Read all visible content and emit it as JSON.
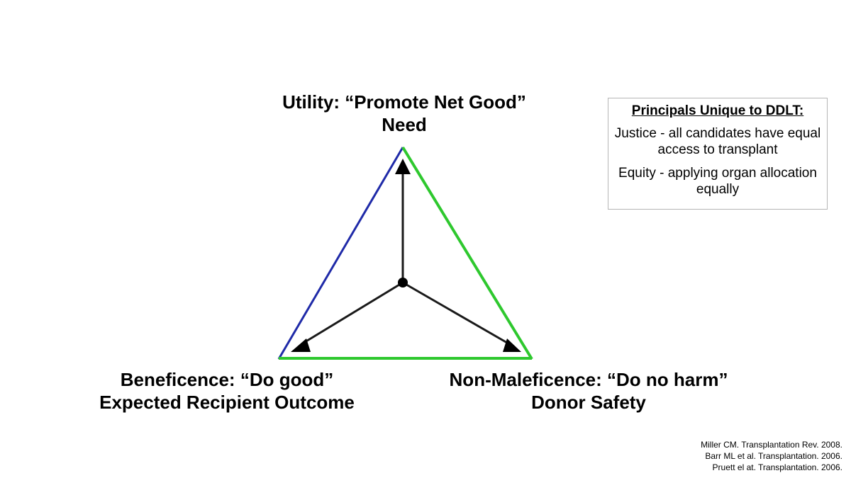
{
  "top_node": {
    "title": "Utility: “Promote Net Good”",
    "subtitle": "Need"
  },
  "left_node": {
    "title": "Beneficence: “Do good”",
    "subtitle": "Expected Recipient Outcome"
  },
  "right_node": {
    "title": "Non-Maleficence: “Do no harm”",
    "subtitle": "Donor Safety"
  },
  "principles_box": {
    "title": "Principals Unique to DDLT:",
    "items": [
      "Justice - all candidates have equal access to transplant",
      "Equity - applying organ allocation equally"
    ]
  },
  "references": [
    "Miller CM. Transplantation Rev. 2008.",
    "Barr ML et al. Transplantation. 2006.",
    "Pruett el at. Transplantation. 2006."
  ],
  "colors": {
    "left_edge": "#1f2aa8",
    "right_and_bottom_edge": "#2ec82e",
    "arrows": "#1a1a1a"
  }
}
